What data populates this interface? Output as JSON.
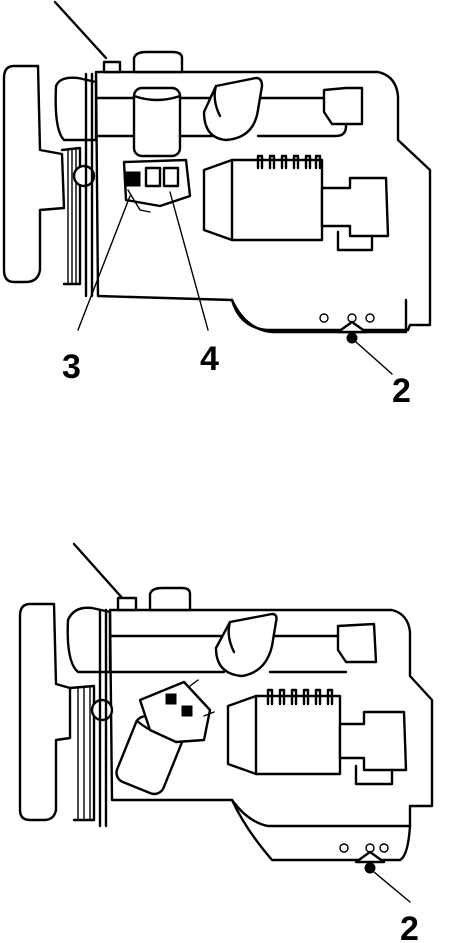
{
  "view_top": {
    "callouts": [
      {
        "id": "c3",
        "label": "3"
      },
      {
        "id": "c4",
        "label": "4"
      },
      {
        "id": "c2",
        "label": "2"
      }
    ]
  },
  "view_bottom": {
    "callouts": [
      {
        "id": "c2",
        "label": "2"
      }
    ]
  },
  "colors": {
    "line": "#000000",
    "background": "#ffffff"
  }
}
